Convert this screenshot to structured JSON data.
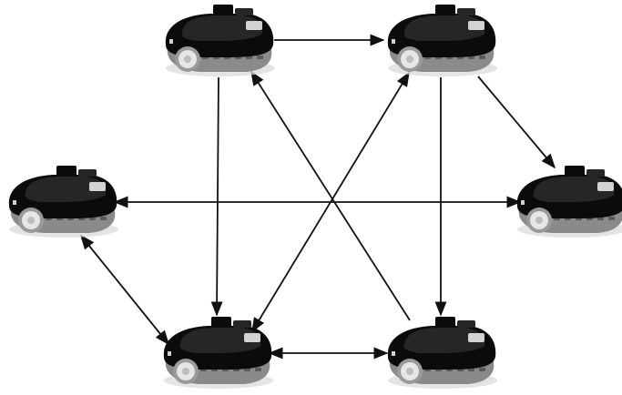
{
  "diagram": {
    "colors": {
      "edge": "#111111",
      "robot_body": "#0b0b0b",
      "robot_top": "#262626",
      "robot_track": "#8a8a8a",
      "robot_wheel": "#e6e6e6",
      "shadow": "#d9d9d9"
    },
    "nodes": [
      {
        "id": "top-left",
        "icon": "mobile-robot"
      },
      {
        "id": "top-right",
        "icon": "mobile-robot"
      },
      {
        "id": "middle-left",
        "icon": "mobile-robot"
      },
      {
        "id": "middle-right",
        "icon": "mobile-robot"
      },
      {
        "id": "bottom-left",
        "icon": "mobile-robot"
      },
      {
        "id": "bottom-right",
        "icon": "mobile-robot"
      }
    ],
    "edges": [
      {
        "from": "top-left",
        "to": "top-right",
        "direction": "forward"
      },
      {
        "from": "top-left",
        "to": "bottom-left",
        "direction": "forward"
      },
      {
        "from": "top-right",
        "to": "bottom-right",
        "direction": "forward"
      },
      {
        "from": "top-right",
        "to": "middle-right",
        "direction": "forward"
      },
      {
        "from": "middle-left",
        "to": "middle-right",
        "direction": "both"
      },
      {
        "from": "middle-left",
        "to": "bottom-left",
        "direction": "both"
      },
      {
        "from": "bottom-left",
        "to": "bottom-right",
        "direction": "both"
      },
      {
        "from": "bottom-right",
        "to": "top-left",
        "direction": "forward"
      },
      {
        "from": "top-right",
        "to": "bottom-left",
        "direction": "both"
      }
    ]
  }
}
